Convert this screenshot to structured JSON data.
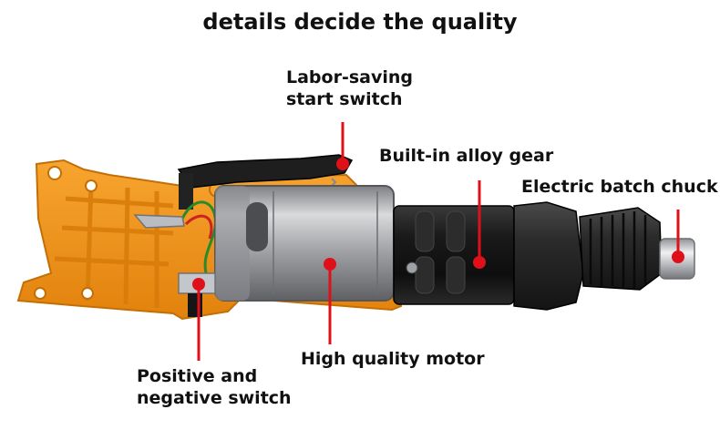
{
  "title": "details decide the quality",
  "labels": {
    "labor_switch": [
      "Labor-saving",
      "start switch"
    ],
    "alloy_gear": "Built-in alloy gear",
    "batch_chuck": "Electric batch chuck",
    "motor": "High quality motor",
    "direction_switch": [
      "Positive and",
      "negative switch"
    ]
  },
  "colors": {
    "housing": "#f39418",
    "housing_dark": "#d97a08",
    "motor_can": "#a7a8aa",
    "gearbox": "#1c1c1c",
    "chuck": "#2a2a2a",
    "shaft": "#c9ccd0",
    "callout": "#e0101a"
  }
}
